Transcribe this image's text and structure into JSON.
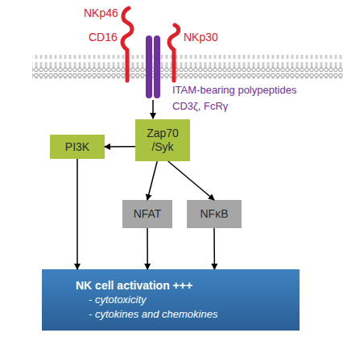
{
  "diagram": {
    "nodes": [
      {
        "text": [
          "Zap70 /Syk"
        ]
      },
      {
        "text": [
          "PI3K"
        ]
      },
      {
        "text": [
          "NFAT"
        ]
      },
      {
        "text": [
          "NFκB"
        ]
      },
      {
        "text": [
          "NK cell activation +++",
          "- cytotoxicity",
          "- cytokines and chemokines"
        ]
      }
    ],
    "edges": [
      {
        "from": 0,
        "to": 1,
        "arrow": "to"
      },
      {
        "from": 0,
        "to": 2,
        "arrow": "to"
      },
      {
        "from": 0,
        "to": 3,
        "arrow": "to"
      },
      {
        "from": 1,
        "to": 4,
        "arrow": "to"
      },
      {
        "from": 2,
        "to": 4,
        "arrow": "to"
      },
      {
        "from": 3,
        "to": 4,
        "arrow": "to"
      }
    ],
    "labels": [
      "NKp46",
      "CD16",
      "NKp30",
      "ITAM-bearing polypeptides",
      "CD3ζ, FcRγ"
    ]
  }
}
